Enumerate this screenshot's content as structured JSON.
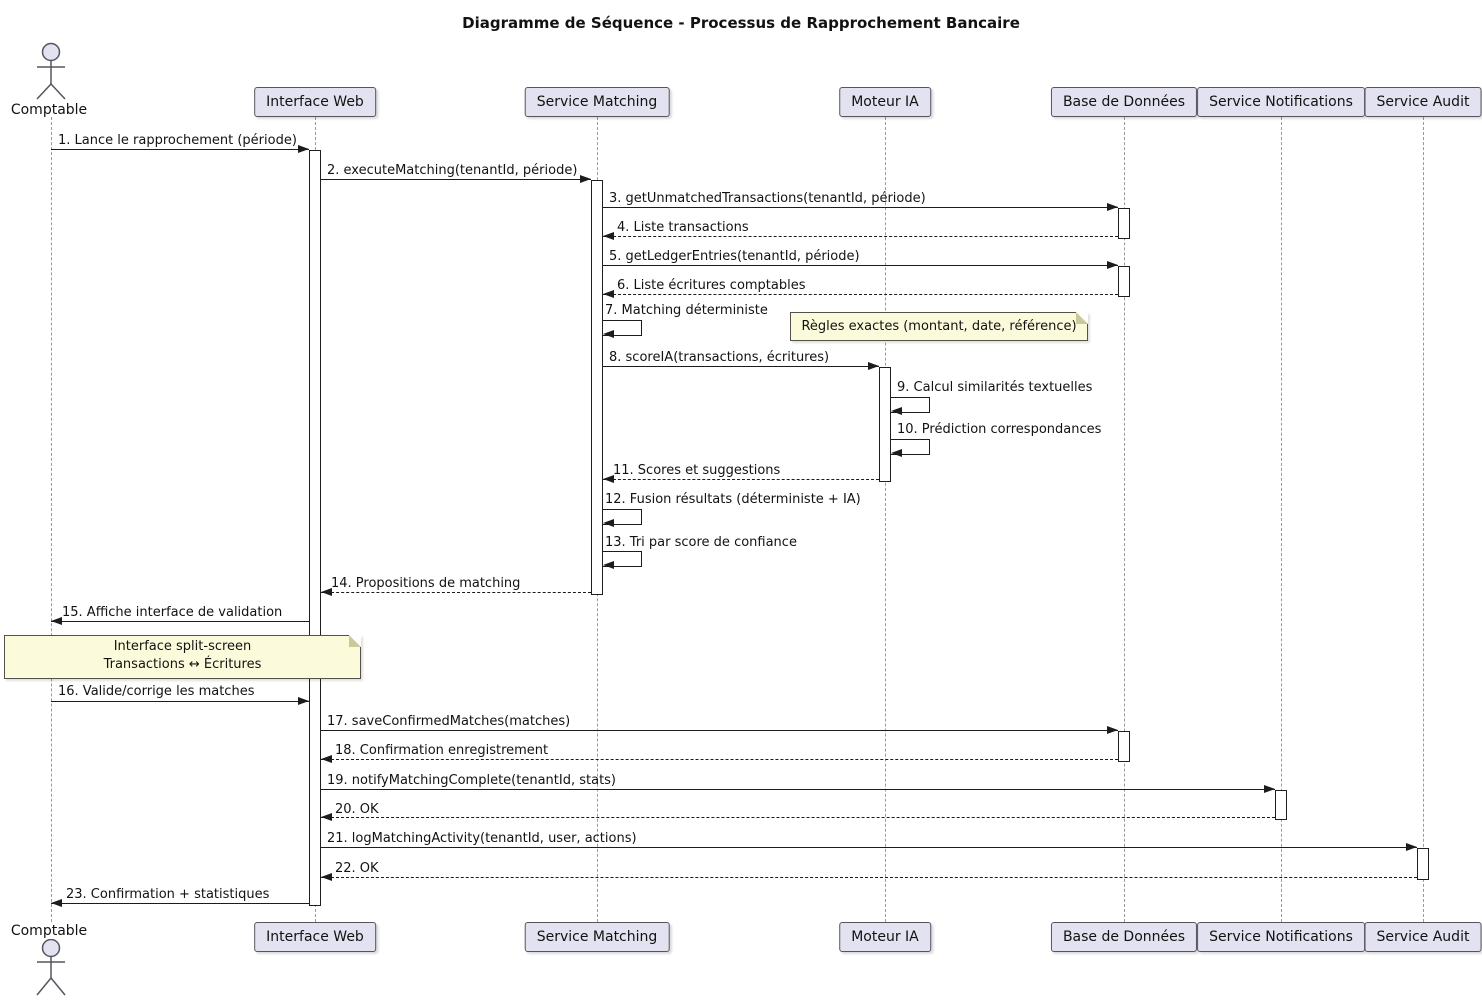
{
  "title": "Diagramme de Séquence - Processus de Rapprochement Bancaire",
  "actor": {
    "name": "Comptable"
  },
  "participants": [
    {
      "name": "Interface Web"
    },
    {
      "name": "Service Matching"
    },
    {
      "name": "Moteur IA"
    },
    {
      "name": "Base de Données"
    },
    {
      "name": "Service Notifications"
    },
    {
      "name": "Service Audit"
    }
  ],
  "messages": [
    {
      "label": "1. Lance le rapprochement (période)",
      "from": "Comptable",
      "to": "Interface Web",
      "kind": "sync"
    },
    {
      "label": "2. executeMatching(tenantId, période)",
      "from": "Interface Web",
      "to": "Service Matching",
      "kind": "sync"
    },
    {
      "label": "3. getUnmatchedTransactions(tenantId, période)",
      "from": "Service Matching",
      "to": "Base de Données",
      "kind": "sync"
    },
    {
      "label": "4. Liste transactions",
      "from": "Base de Données",
      "to": "Service Matching",
      "kind": "return"
    },
    {
      "label": "5. getLedgerEntries(tenantId, période)",
      "from": "Service Matching",
      "to": "Base de Données",
      "kind": "sync"
    },
    {
      "label": "6. Liste écritures comptables",
      "from": "Base de Données",
      "to": "Service Matching",
      "kind": "return"
    },
    {
      "label": "7. Matching déterministe",
      "from": "Service Matching",
      "to": "Service Matching",
      "kind": "self"
    },
    {
      "label": "8. scoreIA(transactions, écritures)",
      "from": "Service Matching",
      "to": "Moteur IA",
      "kind": "sync"
    },
    {
      "label": "9. Calcul similarités textuelles",
      "from": "Moteur IA",
      "to": "Moteur IA",
      "kind": "self"
    },
    {
      "label": "10. Prédiction correspondances",
      "from": "Moteur IA",
      "to": "Moteur IA",
      "kind": "self"
    },
    {
      "label": "11. Scores et suggestions",
      "from": "Moteur IA",
      "to": "Service Matching",
      "kind": "return"
    },
    {
      "label": "12. Fusion résultats (déterministe + IA)",
      "from": "Service Matching",
      "to": "Service Matching",
      "kind": "self"
    },
    {
      "label": "13. Tri par score de confiance",
      "from": "Service Matching",
      "to": "Service Matching",
      "kind": "self"
    },
    {
      "label": "14. Propositions de matching",
      "from": "Service Matching",
      "to": "Interface Web",
      "kind": "return"
    },
    {
      "label": "15. Affiche interface de validation",
      "from": "Interface Web",
      "to": "Comptable",
      "kind": "sync"
    },
    {
      "label": "16. Valide/corrige les matches",
      "from": "Comptable",
      "to": "Interface Web",
      "kind": "sync"
    },
    {
      "label": "17. saveConfirmedMatches(matches)",
      "from": "Interface Web",
      "to": "Base de Données",
      "kind": "sync"
    },
    {
      "label": "18. Confirmation enregistrement",
      "from": "Base de Données",
      "to": "Interface Web",
      "kind": "return"
    },
    {
      "label": "19. notifyMatchingComplete(tenantId, stats)",
      "from": "Interface Web",
      "to": "Service Notifications",
      "kind": "sync"
    },
    {
      "label": "20. OK",
      "from": "Service Notifications",
      "to": "Interface Web",
      "kind": "return"
    },
    {
      "label": "21. logMatchingActivity(tenantId, user, actions)",
      "from": "Interface Web",
      "to": "Service Audit",
      "kind": "sync"
    },
    {
      "label": "22. OK",
      "from": "Service Audit",
      "to": "Interface Web",
      "kind": "return"
    },
    {
      "label": "23. Confirmation + statistiques",
      "from": "Interface Web",
      "to": "Comptable",
      "kind": "sync"
    }
  ],
  "notes": [
    {
      "text": "Règles exactes (montant, date, référence)"
    },
    {
      "lines": {
        "0": "Interface split-screen",
        "1": "Transactions ↔ Écritures"
      }
    }
  ],
  "colors": {
    "participant_fill": "#E2E2F0",
    "note_fill": "#FBFBDC",
    "line": "#1c1c1c",
    "lifeline": "#9a9a9a"
  }
}
